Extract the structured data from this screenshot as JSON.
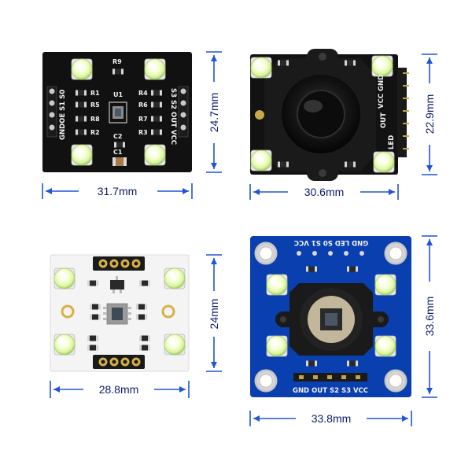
{
  "boards": {
    "tl": {
      "labels": {
        "R9": "R9",
        "R1": "R1",
        "R5": "R5",
        "R8": "R8",
        "R2": "R2",
        "R4": "R4",
        "R6": "R6",
        "R7": "R7",
        "R3": "R3",
        "U1": "U1",
        "C2": "C2",
        "C1": "C1",
        "left_pins": "GNDOE S1 S0",
        "right_pins": "S3 S2 OUT VCC"
      },
      "width_dim": "31.7mm",
      "height_dim": "24.7mm"
    },
    "tr": {
      "labels": {
        "pins": "VCC GND",
        "out": "OUT",
        "led": "LED"
      },
      "width_dim": "30.6mm",
      "height_dim": "22.9mm"
    },
    "bl": {
      "width_dim": "28.8mm",
      "height_dim": "24mm"
    },
    "br": {
      "labels": {
        "top_pins": "GND LED S0 S1 VCC",
        "bottom_pins": "GND OUT S2 S3 VCC"
      },
      "width_dim": "33.8mm",
      "height_dim": "33.6mm"
    }
  },
  "colors": {
    "black_pcb": "#111111",
    "blue_pcb": "#0a3fb0",
    "white_pcb": "#f4f4f4",
    "dimension": "#1f55d6",
    "dimension_text": "#0c1a6b",
    "led": "#f4ffd6"
  }
}
